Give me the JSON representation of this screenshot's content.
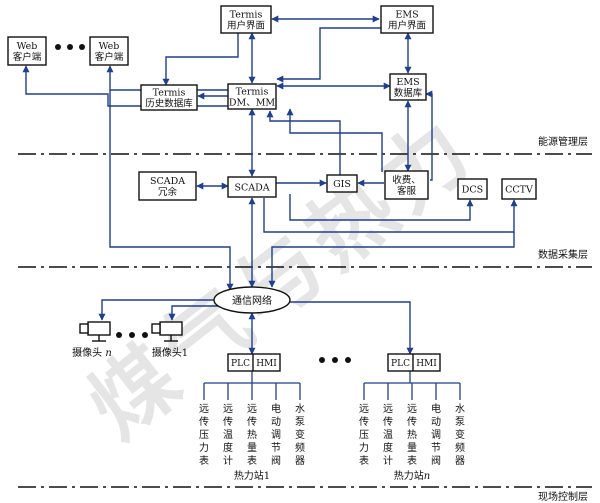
{
  "watermark": "煤气与热力",
  "layers": {
    "energy": "能源管理层",
    "acquisition": "数据采集层",
    "field": "现场控制层"
  },
  "boxes": {
    "web1": [
      "Web",
      "客户端"
    ],
    "web2": [
      "Web",
      "客户端"
    ],
    "termis_ui": [
      "Termis",
      "用户界面"
    ],
    "ems_ui": [
      "EMS",
      "用户界面"
    ],
    "termis_hist": [
      "Termis",
      "历史数据库"
    ],
    "termis_dm": [
      "Termis",
      "DM、MM"
    ],
    "ems_db": [
      "EMS",
      "数据库"
    ],
    "scada_redundant": [
      "SCADA",
      "冗余"
    ],
    "scada": [
      "SCADA"
    ],
    "gis": [
      "GIS"
    ],
    "billing": [
      "收费、",
      "客服"
    ],
    "dcs": [
      "DCS"
    ],
    "cctv": [
      "CCTV"
    ],
    "plc1": "PLC",
    "hmi1": "HMI",
    "plc2": "PLC",
    "hmi2": "HMI"
  },
  "network": "通信网络",
  "cameras": {
    "cam_n": "摄像头",
    "cam_n_suffix": "n",
    "cam_1": "摄像头1"
  },
  "stations": {
    "station1": {
      "name": "热力站1",
      "devices": [
        "远传压力表",
        "远传温度计",
        "远传热量表",
        "电动调节阀",
        "水泵变频器"
      ]
    },
    "station_n": {
      "name": "热力站",
      "suffix": "n",
      "devices": [
        "远传压力表",
        "远传温度计",
        "远传热量表",
        "电动调节阀",
        "水泵变频器"
      ]
    }
  },
  "colors": {
    "line": "#1f3f8f",
    "box": "#111111",
    "dash": "#111111",
    "watermark": "#d0d0d0"
  },
  "icons": [
    "ellipsis-dots",
    "camera-icon"
  ]
}
